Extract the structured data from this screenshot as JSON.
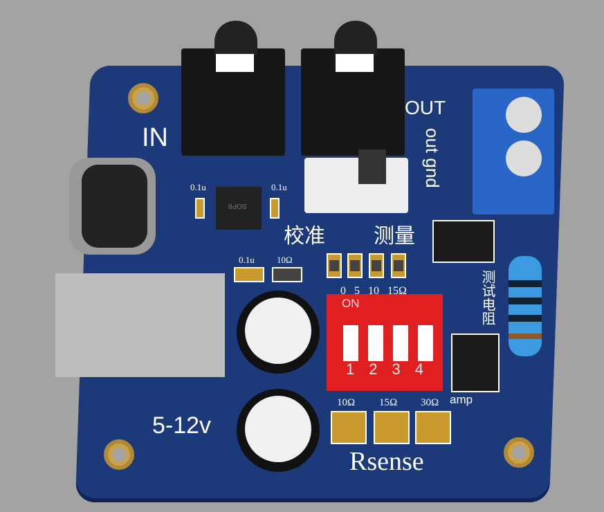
{
  "labels": {
    "in": "IN",
    "out": "OUT",
    "out_gnd": "out gnd",
    "calibrate": "校准",
    "measure": "测量",
    "power": "5-12v",
    "rsense": "Rsense",
    "test_resistor": "测试电阻",
    "amp": "amp",
    "on": "ON",
    "chip": "SOP8"
  },
  "cap_labels": [
    "0.1u",
    "0.1u",
    "0.1u"
  ],
  "res_label_10": "10Ω",
  "dip_values": [
    "0",
    "5",
    "10",
    "15Ω"
  ],
  "dip_switches": [
    "1",
    "2",
    "3",
    "4"
  ],
  "rsense_values": [
    "10Ω",
    "15Ω",
    "30Ω"
  ],
  "colors": {
    "pcb": "#1c3a7a",
    "dip": "#e02020",
    "terminal": "#2a66c8",
    "background": "#a3a3a3"
  }
}
